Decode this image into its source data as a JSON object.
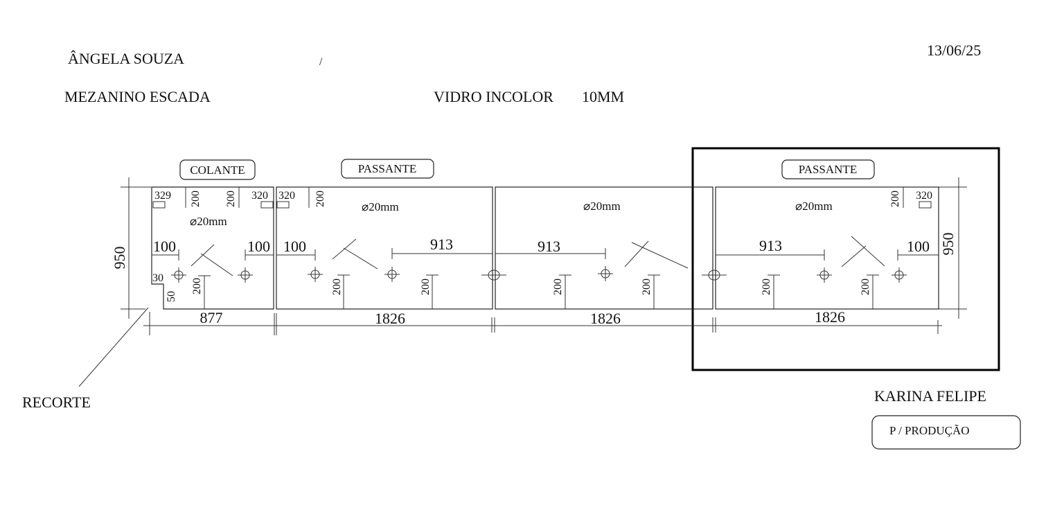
{
  "header": {
    "client": "ÂNGELA SOUZA",
    "mark": "/",
    "date": "13/06/25",
    "project": "MEZANINO ESCADA",
    "material": "VIDRO INCOLOR",
    "thickness": "10MM"
  },
  "panels": [
    {
      "tag": "COLANTE",
      "hole_label": "⌀20mm",
      "top_dims": [
        "329",
        "200",
        "200",
        "320"
      ],
      "side_dims": [
        "100",
        "100"
      ],
      "low_dims": [
        "30",
        "200",
        "50"
      ],
      "width": "877"
    },
    {
      "tag": "PASSANTE",
      "hole_label": "⌀20mm",
      "top_dims": [
        "320",
        "200"
      ],
      "side_dims": [
        "100",
        "913"
      ],
      "low_dims": [
        "200",
        "200"
      ],
      "width": "1826"
    },
    {
      "tag": "",
      "hole_label": "⌀20mm",
      "top_dims": [],
      "side_dims": [
        "913"
      ],
      "low_dims": [
        "200",
        "200"
      ],
      "width": "1826"
    },
    {
      "tag": "PASSANTE",
      "hole_label": "⌀20mm",
      "top_dims": [
        "200",
        "320"
      ],
      "side_dims": [
        "913",
        "100"
      ],
      "low_dims": [
        "200",
        "200"
      ],
      "width": "1826"
    }
  ],
  "height_left": "950",
  "height_right": "950",
  "annotations": {
    "cutout": "RECORTE",
    "approver": "KARINA FELIPE",
    "status": "P / PRODUÇÃO"
  }
}
